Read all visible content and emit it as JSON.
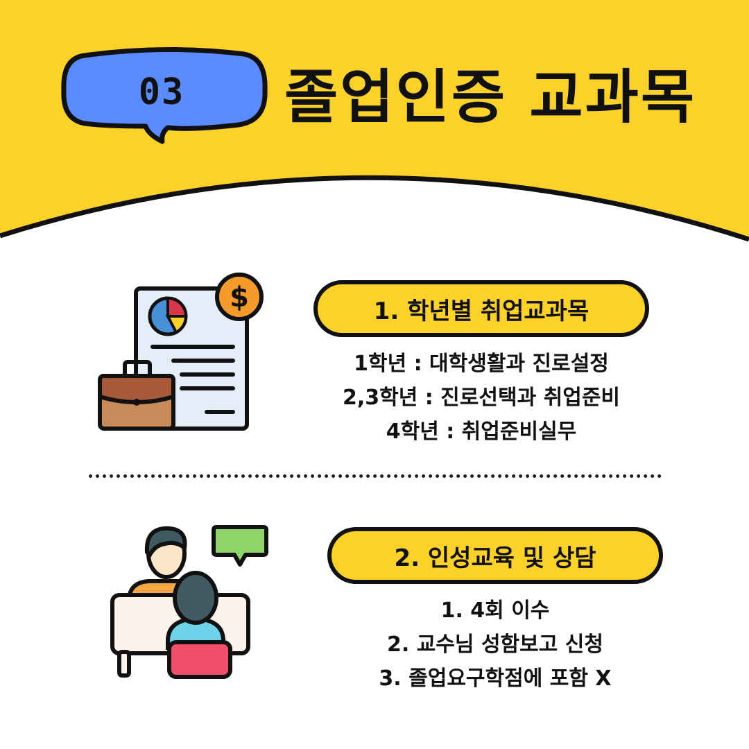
{
  "header": {
    "badge_number": "03",
    "title": "졸업인증 교과목"
  },
  "colors": {
    "header_yellow": "#fcd22a",
    "badge_blue": "#5b8cff",
    "outline": "#111111"
  },
  "sections": [
    {
      "icon": "report-briefcase-icon",
      "title": "1. 학년별 취업교과목",
      "lines": [
        "1학년 : 대학생활과 진로설정",
        "2,3학년 : 진로선택과 취업준비",
        "4학년 : 취업준비실무"
      ]
    },
    {
      "icon": "counseling-icon",
      "title": "2. 인성교육 및 상담",
      "lines": [
        "1. 4회 이수",
        "2. 교수님 성함보고 신청",
        "3. 졸업요구학점에 포함 X"
      ]
    }
  ]
}
